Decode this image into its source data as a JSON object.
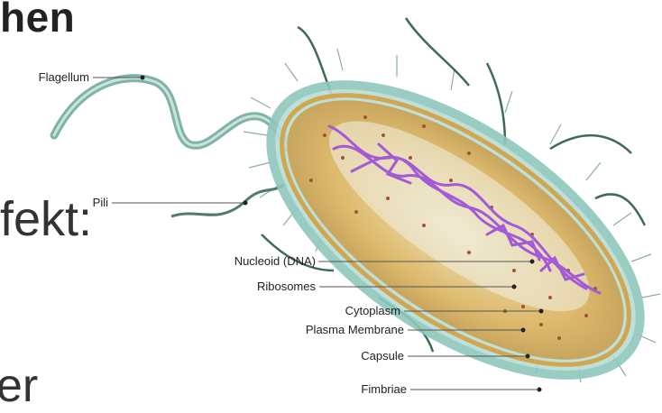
{
  "slide": {
    "heading_fragment": "hen",
    "middle_fragment": "fekt:",
    "bottom_fragment": "er"
  },
  "diagram": {
    "subject": "bacterium-cell",
    "labels": {
      "flagellum": "Flagellum",
      "pili": "Pili",
      "nucleoid": "Nucleoid (DNA)",
      "ribosomes": "Ribosomes",
      "cytoplasm": "Cytoplasm",
      "plasma_membrane": "Plasma Membrane",
      "capsule": "Capsule",
      "fimbriae": "Fimbriae"
    },
    "colors": {
      "capsule": "#8fc7bd",
      "cytoplasm": "#e3b45a",
      "nucleoid": "#a35ad6",
      "ribosome": "#a0523a",
      "flagellum": "#7fb3a9"
    }
  }
}
